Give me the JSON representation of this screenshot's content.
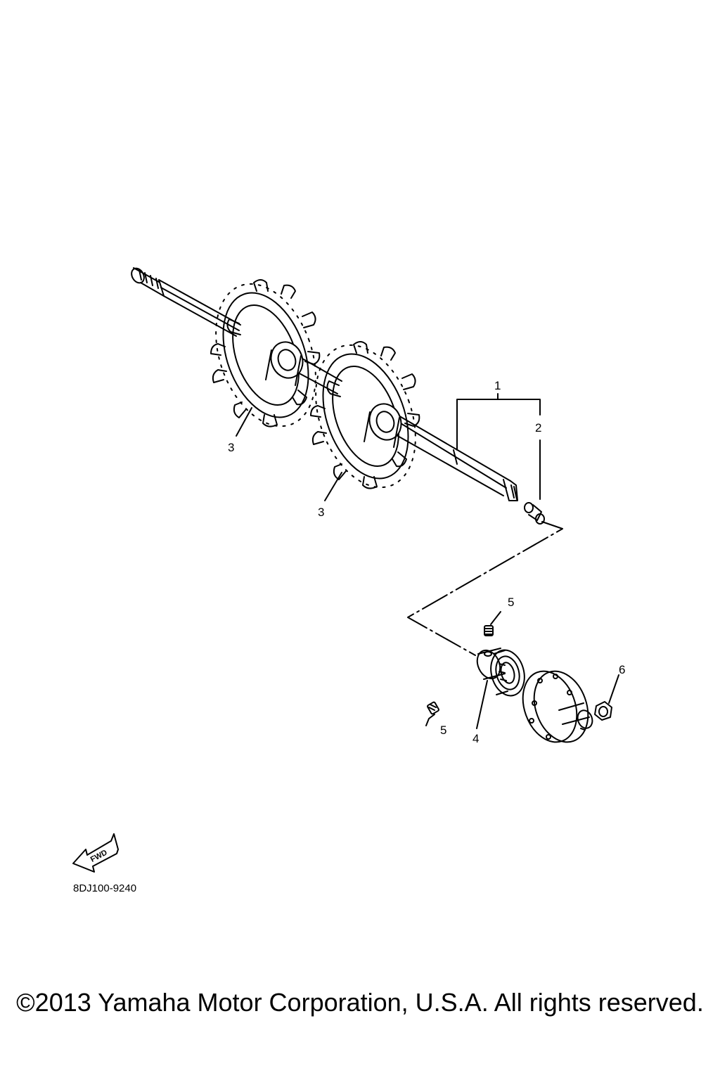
{
  "callouts": [
    {
      "id": "1",
      "text": "1"
    },
    {
      "id": "2",
      "text": "2"
    },
    {
      "id": "3a",
      "text": "3"
    },
    {
      "id": "3b",
      "text": "3"
    },
    {
      "id": "4",
      "text": "4"
    },
    {
      "id": "5a",
      "text": "5"
    },
    {
      "id": "5b",
      "text": "5"
    },
    {
      "id": "6",
      "text": "6"
    }
  ],
  "fwd_label": "FWD",
  "diagram_code": "8DJ100-9240",
  "copyright": "©2013 Yamaha Motor Corporation, U.S.A. All rights reserved."
}
